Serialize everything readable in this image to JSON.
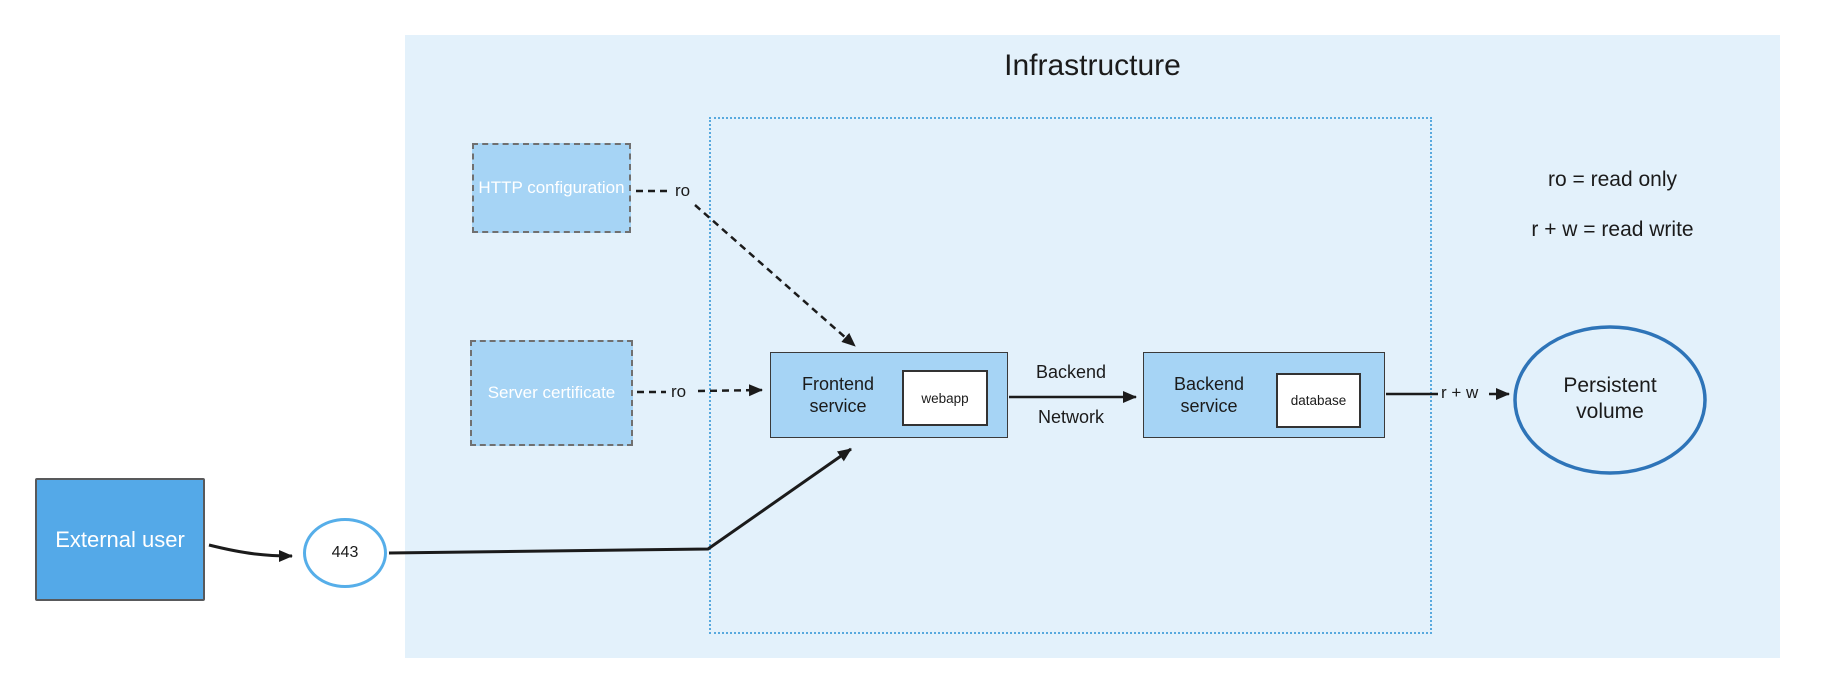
{
  "diagram": {
    "title": "Infrastructure",
    "legend": [
      "ro = read only",
      "r + w = read write"
    ],
    "nodes": {
      "external_user": {
        "label": "External user"
      },
      "port": {
        "label": "443"
      },
      "http_config": {
        "label": "HTTP configuration"
      },
      "server_cert": {
        "label": "Server certificate"
      },
      "frontend_service": {
        "label": "Frontend service"
      },
      "webapp": {
        "label": "webapp"
      },
      "backend_service": {
        "label": "Backend service"
      },
      "database": {
        "label": "database"
      },
      "persistent_volume": {
        "label": "Persistent volume"
      }
    },
    "edges": {
      "http_to_frontend": {
        "label": "ro"
      },
      "cert_to_frontend": {
        "label": "ro"
      },
      "frontend_to_backend": {
        "label_line1": "Backend",
        "label_line2": "Network"
      },
      "backend_to_volume": {
        "label": "r + w"
      }
    },
    "colors": {
      "canvas": "#ffffff",
      "infrastructure_bg": "#e3f1fb",
      "network_border_dotted": "#58a9de",
      "node_fill_light_blue": "#a6d4f5",
      "external_user_fill": "#54a9e8",
      "persistent_volume_stroke": "#2e74b8",
      "port_circle_stroke": "#56aee9",
      "connector": "#1b1b1b"
    }
  }
}
